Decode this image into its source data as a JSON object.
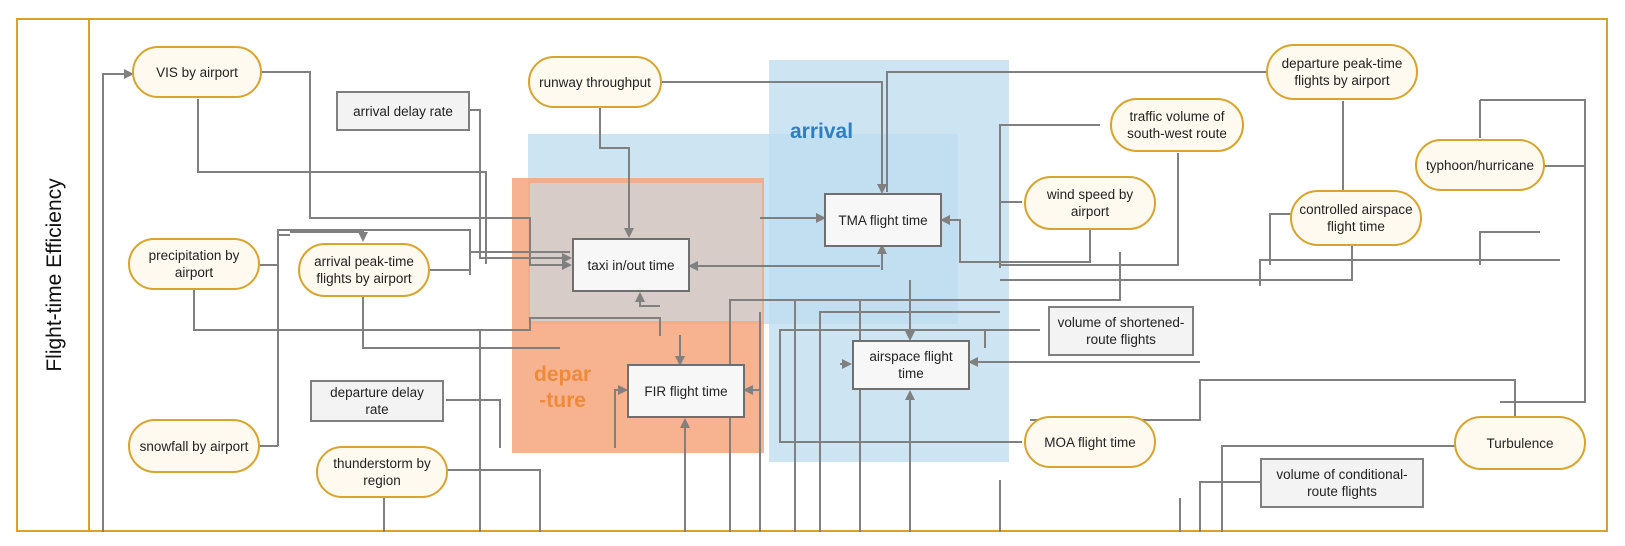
{
  "vertical_title": "Flight-time Efficiency",
  "regions": {
    "arrival": "arrival",
    "departure": "depar\n-ture"
  },
  "colors": {
    "accent_gold": "#d9a32c",
    "arrival_blue": "#bcdcef",
    "departure_orange": "#f6a47c",
    "arrival_label": "#2e7fc3",
    "departure_label": "#ee8a3a",
    "edge": "#808080"
  },
  "nodes": {
    "vis": "VIS by airport",
    "arrival_delay": "arrival delay rate",
    "runway": "runway throughput",
    "dep_peak": "departure peak-time flights by airport",
    "traffic_sw": "traffic volume of south-west route",
    "typhoon": "typhoon/hurricane",
    "wind": "wind speed by airport",
    "controlled": "controlled airspace flight time",
    "precip": "precipitation by airport",
    "arr_peak": "arrival peak-time flights by airport",
    "taxi": "taxi in/out time",
    "tma": "TMA flight time",
    "shortened": "volume of shortened-route flights",
    "airspace": "airspace flight time",
    "dep_delay": "departure delay rate",
    "fir": "FIR flight time",
    "snowfall": "snowfall by airport",
    "thunder": "thunderstorm by region",
    "moa": "MOA flight time",
    "turbulence": "Turbulence",
    "conditional": "volume of conditional-route flights"
  }
}
